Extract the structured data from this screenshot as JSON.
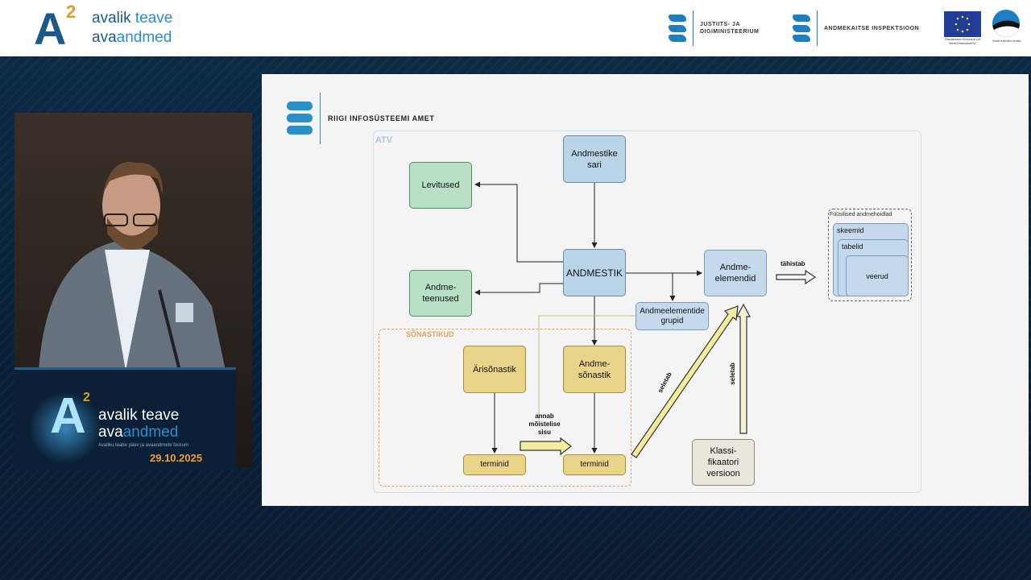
{
  "header": {
    "logo_letter": "A",
    "logo_sup": "2",
    "logo_line1_a": "avalik ",
    "logo_line1_b": "teave",
    "logo_line2_a": "ava",
    "logo_line2_b": "andmed",
    "partners": [
      {
        "line1": "Justiits- ja",
        "line2": "Digiministeerium"
      },
      {
        "line1": "Andmekaitse Inspektsioon",
        "line2": ""
      }
    ],
    "eu_caption": "Rahastanud Euroopa Liit NextGenerationEU",
    "est_caption": "Eesti tuleviku heaks"
  },
  "podium": {
    "logo_letter": "A",
    "logo_sup": "2",
    "line1": "avalik teave",
    "line2_a": "ava",
    "line2_b": "andmed",
    "tagline": "Avaliku teabe päev ja avaandmete foorum",
    "date": "29.10.2025"
  },
  "slide": {
    "organization": "Riigi Infosüsteemi Amet",
    "atv_label": "ATV",
    "sonastikud_label": "SÕNASTIKUD",
    "physical_label": "Füüsilised andmehoidlad",
    "nodes": {
      "andmestike_sari": "Andmestike\nsari",
      "levitused": "Levitused",
      "andmestik": "ANDMESTIK",
      "andmeteenused": "Andme-\nteenused",
      "andmeelemendid": "Andme-\nelemendid",
      "andmeelementide_grupid": "Andmeelementide\ngrupid",
      "arisonastik": "Ärisõnastik",
      "andmesonastik": "Andme-\nsõnastik",
      "terminid_1": "terminid",
      "terminid_2": "terminid",
      "klassifikaatori": "Klassi-\nfikaatori\nversioon",
      "skeemid": "skeemid",
      "tabelid": "tabelid",
      "veerud": "veerud"
    },
    "edge_labels": {
      "tahistab": "tähistab",
      "annab": "annab\nmõistelise\nsisu",
      "seletab_1": "seletab",
      "seletab_2": "seletab"
    }
  },
  "colors": {
    "green_box": "#b8e0c4",
    "blue_box": "#b9d3e7",
    "yellow_box": "#ead48a",
    "accent_orange": "#e0a15f",
    "brand_blue": "#1a5a8a"
  }
}
